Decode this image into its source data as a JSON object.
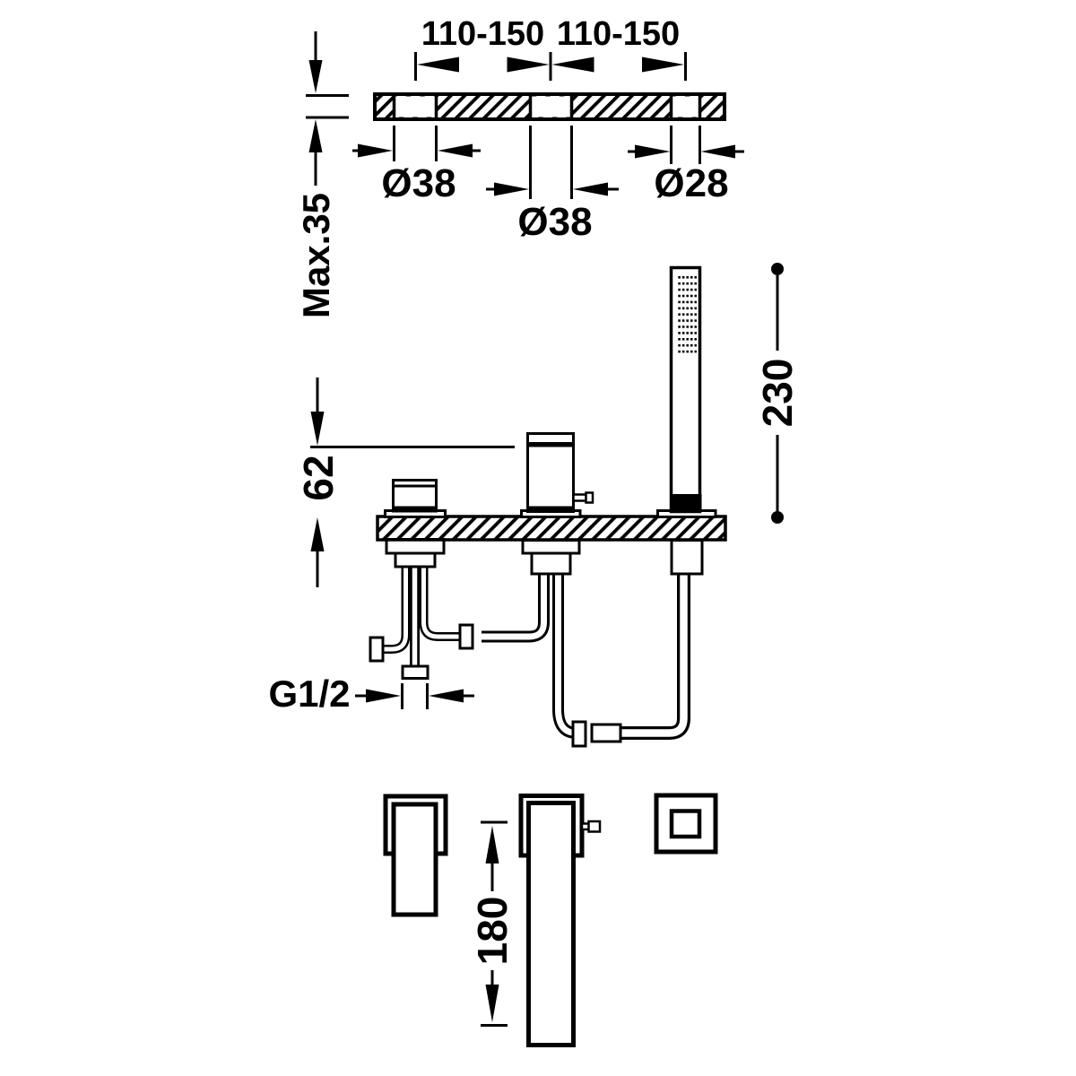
{
  "page": {
    "background": "#ffffff",
    "line_color": "#000000"
  },
  "top_view": {
    "spacing_left_label": "110-150",
    "spacing_right_label": "110-150",
    "hole_left_diameter": "Ø38",
    "hole_center_diameter": "Ø38",
    "hole_right_diameter": "Ø28",
    "deck_thickness_label": "Max.35"
  },
  "side_view": {
    "body_height_label": "62",
    "handshower_height_label": "230",
    "thread_label": "G1/2"
  },
  "front_view": {
    "spout_length_label": "180"
  }
}
